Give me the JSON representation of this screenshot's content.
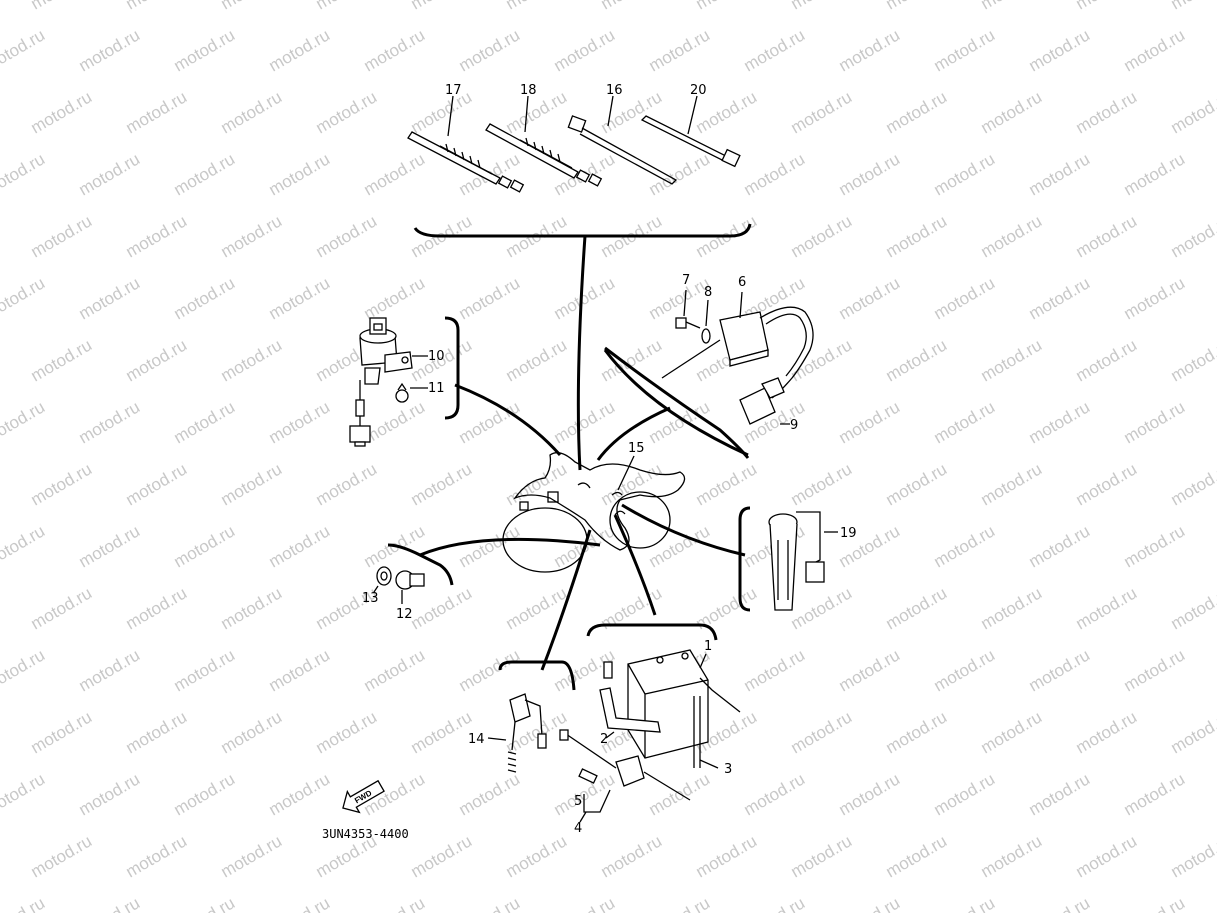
{
  "watermark": "motod.ru",
  "drawing_code": "3UN4353-4400",
  "fwd_label": "FWD",
  "callouts": {
    "c1": "1",
    "c2": "2",
    "c3": "3",
    "c4": "4",
    "c5": "5",
    "c6": "6",
    "c7": "7",
    "c8": "8",
    "c9": "9",
    "c10": "10",
    "c11": "11",
    "c12": "12",
    "c13": "13",
    "c14": "14",
    "c15": "15",
    "c16": "16",
    "c17": "17",
    "c18": "18",
    "c19": "19",
    "c20": "20"
  }
}
